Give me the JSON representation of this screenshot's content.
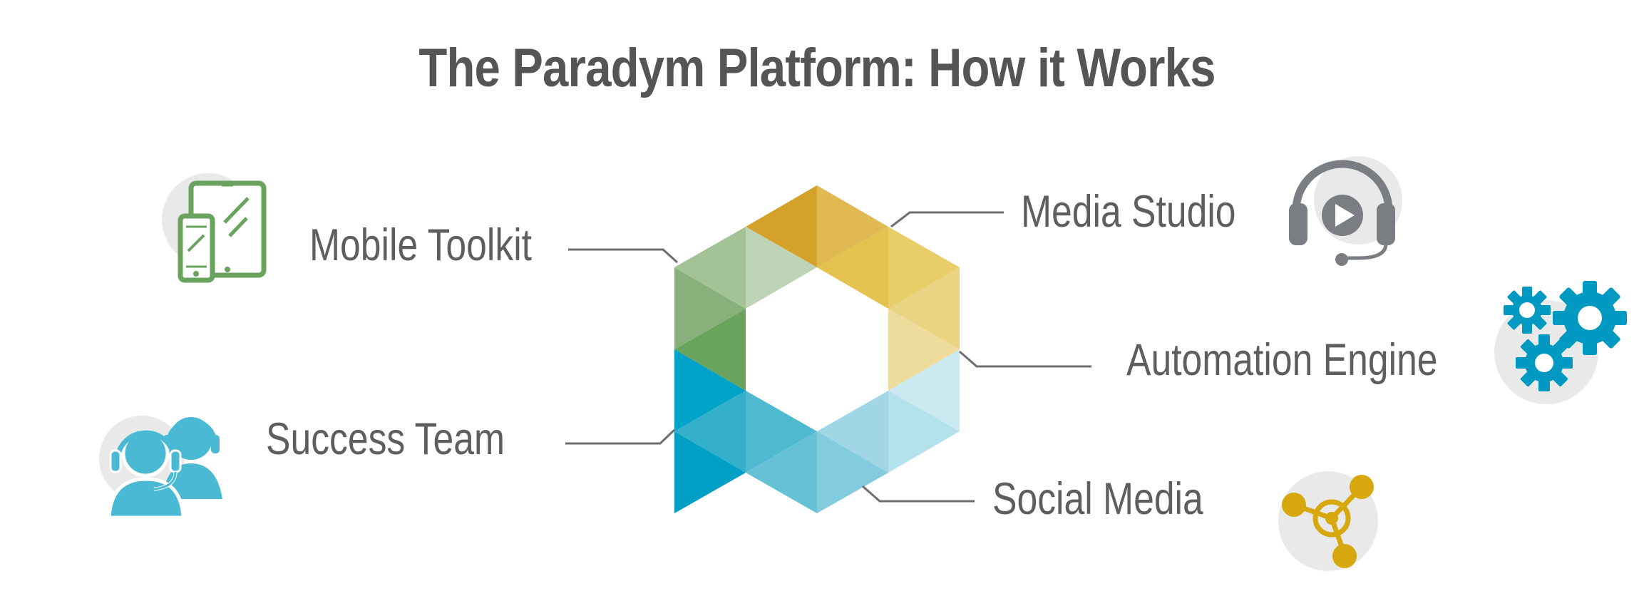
{
  "title": "The Paradym Platform: How it Works",
  "components": [
    {
      "label": "Mobile Toolkit",
      "icon": "mobile-devices-icon",
      "color": "#6aa35e"
    },
    {
      "label": "Media Studio",
      "icon": "headset-play-icon",
      "color": "#7a7e82"
    },
    {
      "label": "Automation Engine",
      "icon": "gears-icon",
      "color": "#0099c2"
    },
    {
      "label": "Success Team",
      "icon": "support-team-icon",
      "color": "#4ab9d4"
    },
    {
      "label": "Social Media",
      "icon": "network-nodes-icon",
      "color": "#d6a80e"
    }
  ],
  "colors": {
    "green_dark": "#6aa35e",
    "green_light": "#bfd4b6",
    "gold_dark": "#d4a12a",
    "gold_light": "#eedc9c",
    "blue_dark": "#009ec4",
    "blue_light": "#c9e9f1",
    "text": "#5e5e5e",
    "leader_line": "#6e6e6e",
    "icon_backdrop": "#e9e9e9"
  }
}
